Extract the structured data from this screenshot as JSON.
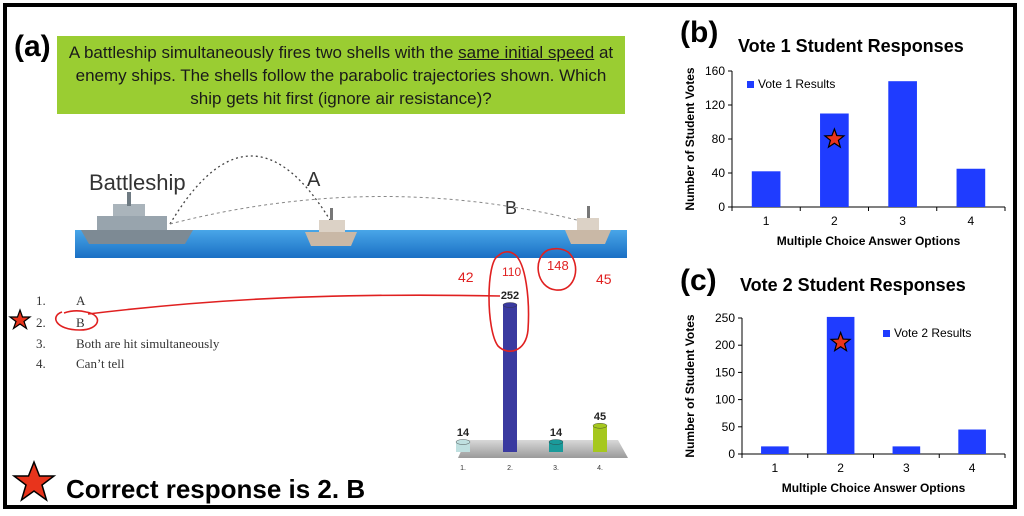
{
  "panel_a": {
    "label": "(a)",
    "question_pre": "A battleship simultaneously fires two shells with the ",
    "question_underlined": "same initial speed",
    "question_post": " at enemy ships. The shells follow the parabolic trajectories shown. Which ship gets hit first (ignore air resistance)?",
    "scene_labels": {
      "battleship": "Battleship",
      "a": "A",
      "b": "B"
    },
    "options": [
      {
        "num": "1.",
        "text": "A"
      },
      {
        "num": "2.",
        "text": "B"
      },
      {
        "num": "3.",
        "text": "Both are hit simultaneously"
      },
      {
        "num": "4.",
        "text": "Can’t tell"
      }
    ],
    "handwritten": {
      "v1": "42",
      "v2": "110",
      "v3": "148",
      "v4": "45"
    },
    "correct_text": "Correct response is 2. B"
  },
  "panel_b": {
    "label": "(b)"
  },
  "panel_c": {
    "label": "(c)"
  },
  "colors": {
    "bar_blue": "#1f3cff",
    "star_red": "#e8341c",
    "question_bg": "#9acd32",
    "ink_red": "#e02020"
  },
  "chart_data": [
    {
      "id": "clicker",
      "type": "bar",
      "categories": [
        "1.",
        "2.",
        "3.",
        "4."
      ],
      "values": [
        14,
        252,
        14,
        45
      ],
      "title": "",
      "xlabel": "",
      "ylabel": "",
      "ylim": [
        0,
        252
      ],
      "colors": [
        "#bfe0e0",
        "#3a3aa0",
        "#1a9a9a",
        "#a6c81e"
      ]
    },
    {
      "id": "vote1",
      "type": "bar",
      "title": "Vote 1 Student Responses",
      "xlabel": "Multiple Choice Answer Options",
      "ylabel": "Number of Student Votes",
      "categories": [
        "1",
        "2",
        "3",
        "4"
      ],
      "series": [
        {
          "name": "Vote 1 Results",
          "values": [
            42,
            110,
            148,
            45
          ]
        }
      ],
      "ylim": [
        0,
        160
      ],
      "yticks": [
        0,
        40,
        80,
        120,
        160
      ],
      "legend": "top-left",
      "grid": false,
      "correct_index": 1,
      "star_value": 80
    },
    {
      "id": "vote2",
      "type": "bar",
      "title": "Vote 2 Student Responses",
      "xlabel": "Multiple Choice Answer Options",
      "ylabel": "Number of Student Votes",
      "categories": [
        "1",
        "2",
        "3",
        "4"
      ],
      "series": [
        {
          "name": "Vote 2 Results",
          "values": [
            14,
            252,
            14,
            45
          ]
        }
      ],
      "ylim": [
        0,
        250
      ],
      "yticks": [
        0,
        50,
        100,
        150,
        200,
        250
      ],
      "legend": "top-right",
      "grid": false,
      "correct_index": 1,
      "star_value": 205
    }
  ]
}
